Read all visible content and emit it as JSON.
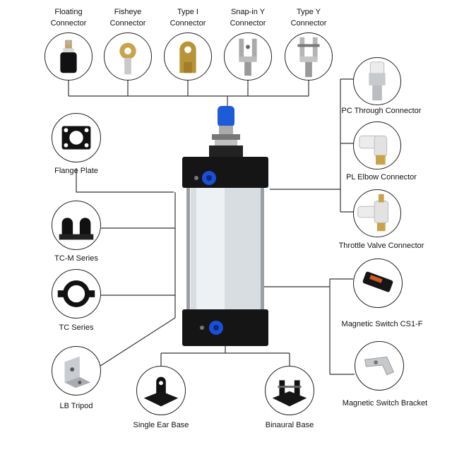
{
  "top_connectors": [
    {
      "line1": "Floating",
      "line2": "Connector",
      "icon": "floating-connector-icon"
    },
    {
      "line1": "Fisheye",
      "line2": "Connector",
      "icon": "fisheye-connector-icon"
    },
    {
      "line1": "Type I",
      "line2": "Connector",
      "icon": "type-i-connector-icon"
    },
    {
      "line1": "Snap-in Y",
      "line2": "Connector",
      "icon": "snap-in-y-connector-icon"
    },
    {
      "line1": "Type Y",
      "line2": "Connector",
      "icon": "type-y-connector-icon"
    }
  ],
  "left_items": [
    {
      "label": "Flange Plate",
      "icon": "flange-plate-icon"
    },
    {
      "label": "TC-M Series",
      "icon": "tc-m-series-icon"
    },
    {
      "label": "TC Series",
      "icon": "tc-series-icon"
    },
    {
      "label": "LB Tripod",
      "icon": "lb-tripod-icon"
    }
  ],
  "right_items": [
    {
      "label": "PC Through Connector",
      "icon": "pc-through-connector-icon"
    },
    {
      "label": "PL Elbow Connector",
      "icon": "pl-elbow-connector-icon"
    },
    {
      "label": "Throttle Valve Connector",
      "icon": "throttle-valve-connector-icon"
    },
    {
      "label": "Magnetic Switch CS1-F",
      "icon": "magnetic-switch-icon"
    },
    {
      "label": "Magnetic Switch Bracket",
      "icon": "magnetic-switch-bracket-icon"
    }
  ],
  "bottom_items": [
    {
      "label": "Single Ear Base",
      "icon": "single-ear-base-icon"
    },
    {
      "label": "Binaural Base",
      "icon": "binaural-base-icon"
    }
  ],
  "colors": {
    "line": "#333333",
    "port_blue": "#1a4fd6",
    "cap_blue": "#1e5bd8",
    "black_part": "#151515",
    "aluminum": "#d8dde2"
  }
}
